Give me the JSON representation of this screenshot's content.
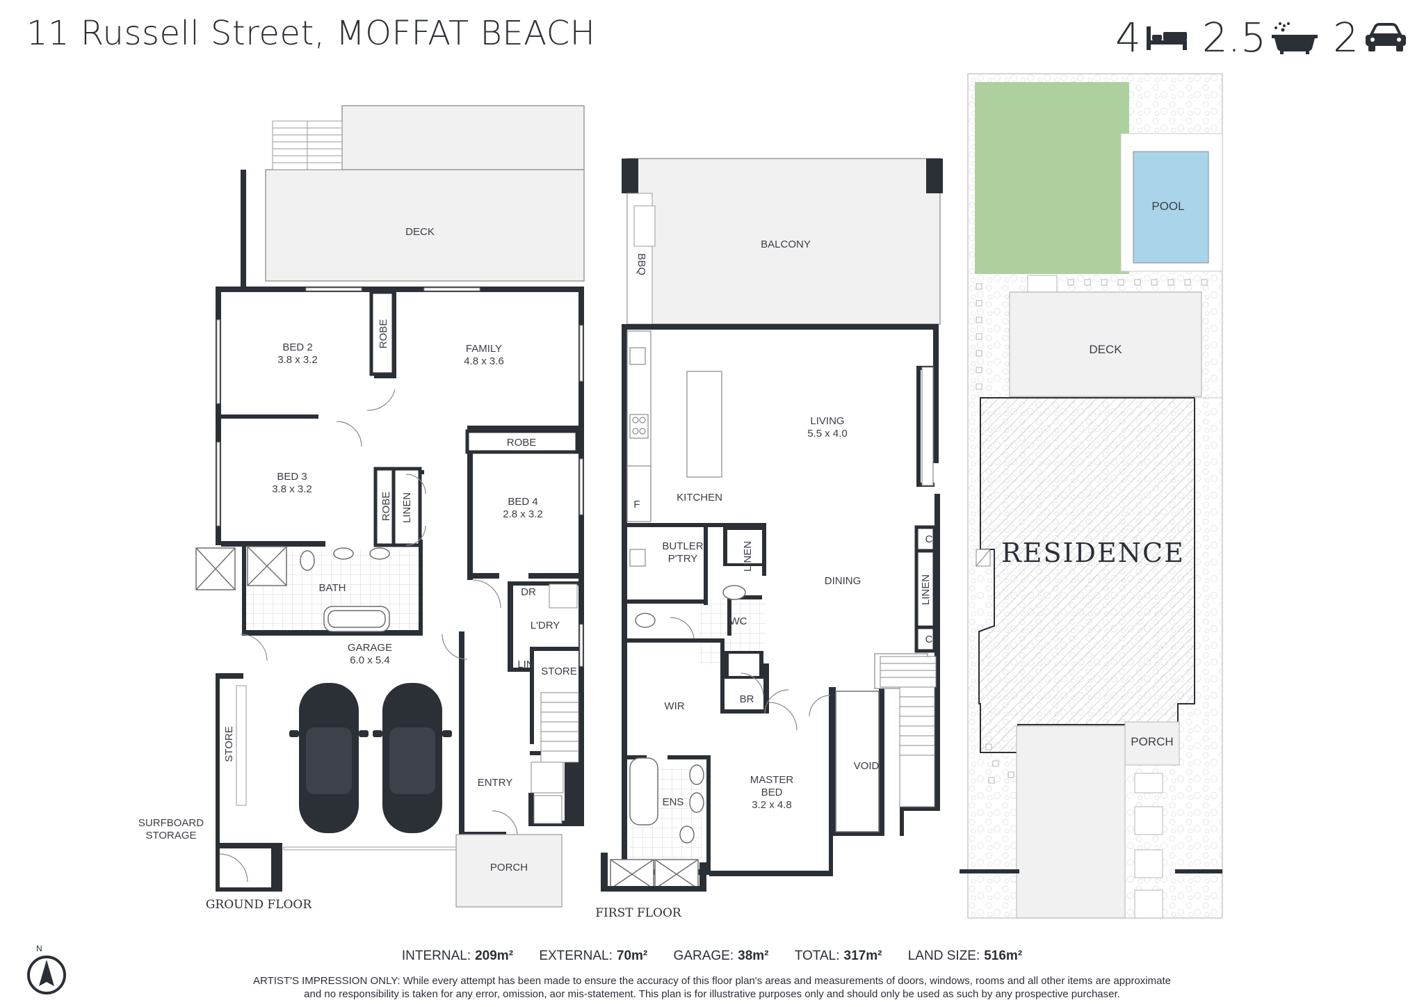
{
  "header": {
    "address": "11 Russell Street, MOFFAT BEACH",
    "beds": "4",
    "baths": "2.5",
    "cars": "2",
    "icons": [
      "bed-icon",
      "bath-icon",
      "car-icon"
    ]
  },
  "colors": {
    "wall": "#2b2f36",
    "grass": "#aed09e",
    "pool": "#a9d4ea",
    "hatch": "#c9c9c9",
    "deck": "#f2f2f2"
  },
  "floor_labels": {
    "ground": "GROUND FLOOR",
    "first": "FIRST FLOOR"
  },
  "ground_rooms": {
    "deck": "DECK",
    "bed2": "BED 2",
    "bed2_dim": "3.8 x 3.2",
    "robe1": "ROBE",
    "family": "FAMILY",
    "family_dim": "4.8 x 3.6",
    "robe3": "ROBE",
    "bed3": "BED 3",
    "bed3_dim": "3.8 x 3.2",
    "robe2": "ROBE",
    "linen": "LINEN",
    "bed4": "BED 4",
    "bed4_dim": "2.8 x 3.2",
    "bath": "BATH",
    "dr": "DR",
    "ldry": "L'DRY",
    "lin": "LIN",
    "store_hall": "STORE",
    "garage": "GARAGE",
    "garage_dim": "6.0 x 5.4",
    "store_garage": "STORE",
    "entry": "ENTRY",
    "porch": "PORCH",
    "surfboard1": "SURFBOARD",
    "surfboard2": "STORAGE"
  },
  "first_rooms": {
    "balcony": "BALCONY",
    "bbq": "BBQ",
    "living": "LIVING",
    "living_dim": "5.5 x 4.0",
    "kitchen": "KITCHEN",
    "f": "F",
    "butler1": "BUTLER",
    "butler2": "P'TRY",
    "linen_a": "LINEN",
    "dining": "DINING",
    "c1": "C",
    "linen_b": "LINEN",
    "c2": "C",
    "wc": "WC",
    "wir": "WIR",
    "br": "BR",
    "master1": "MASTER",
    "master2": "BED",
    "master_dim": "3.2 x 4.8",
    "void": "VOID",
    "ens": "ENS"
  },
  "site": {
    "pool": "POOL",
    "deck": "DECK",
    "residence": "RESIDENCE",
    "porch": "PORCH"
  },
  "areas": {
    "internal_label": "INTERNAL:",
    "internal_value": "209m²",
    "external_label": "EXTERNAL:",
    "external_value": "70m²",
    "garage_label": "GARAGE:",
    "garage_value": "38m²",
    "total_label": "TOTAL:",
    "total_value": "317m²",
    "land_label": "LAND SIZE:",
    "land_value": "516m²"
  },
  "disclaimer": {
    "line1": "ARTIST'S IMPRESSION ONLY: While every attempt has been made to ensure the accuracy of this floor plan's areas and measurements of doors, windows, rooms and all other items are approximate",
    "line2": "and no responsibility is taken for any error, omission, aor mis-statement. This plan is for illustrative purposes only and should only be used as such by any prospective purchaser."
  },
  "compass": {
    "north": "N"
  }
}
